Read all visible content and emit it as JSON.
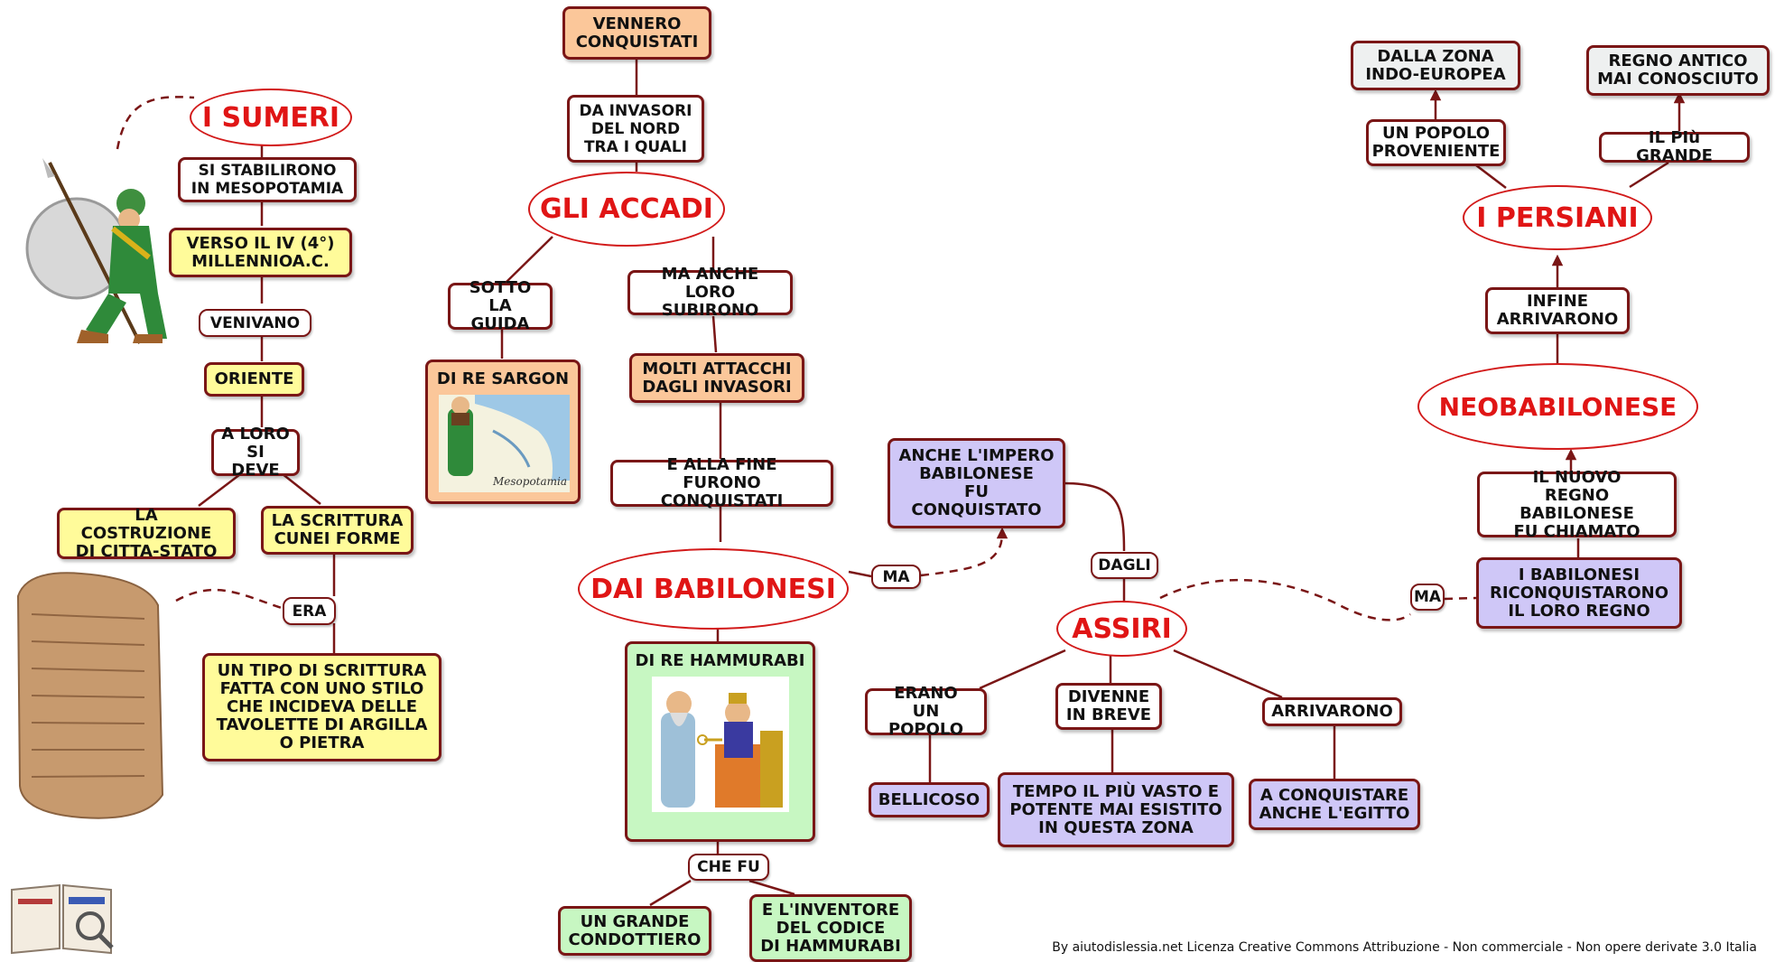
{
  "titles": {
    "sumeri": "I SUMERI",
    "accadi": "GLI ACCADI",
    "babilonesi": "DAI BABILONESI",
    "assiri": "ASSIRI",
    "neobabilonese": "NEOBABILONESE",
    "persiani": "I PERSIANI"
  },
  "sumeri": {
    "stabilirono": "SI STABILIRONO\nIN MESOPOTAMIA",
    "millennio": "VERSO IL IV (4°)\nMILLENNIOA.C.",
    "venivano": "VENIVANO",
    "oriente": "ORIENTE",
    "a_loro": "A LORO\nSI DEVE",
    "costruzione": "LA COSTRUZIONE\nDI CITTA-STATO",
    "scrittura": "LA SCRITTURA\nCUNEI FORME",
    "era": "ERA",
    "tipo": "UN TIPO DI SCRITTURA\nFATTA CON UNO STILO\nCHE INCIDEVA DELLE\nTAVOLETTE DI ARGILLA\nO PIETRA"
  },
  "accadi": {
    "vennero": "VENNERO\nCONQUISTATI",
    "invasori": "DA INVASORI\nDEL NORD\nTRA I QUALI",
    "sotto": "SOTTO LA\nGUIDA",
    "sargon": "DI RE SARGON",
    "ma_anche": "MA ANCHE LORO\nSUBIRONO",
    "attacchi": "MOLTI ATTACCHI\nDAGLI INVASORI",
    "alla_fine": "E ALLA FINE\nFURONO CONQUISTATI",
    "map_caption": "Mesopotamia"
  },
  "babilonesi": {
    "ma": "MA",
    "impero": "ANCHE L'IMPERO\nBABILONESE\nFU\nCONQUISTATO",
    "hammurabi": "DI RE HAMMURABI",
    "che_fu": "CHE FU",
    "condottiero": "UN GRANDE\nCONDOTTIERO",
    "inventore": "E L'INVENTORE\nDEL CODICE\nDI HAMMURABI"
  },
  "assiri": {
    "dagli": "DAGLI",
    "erano": "ERANO\nUN POPOLO",
    "bellicoso": "BELLICOSO",
    "divenne": "DIVENNE\nIN BREVE",
    "tempo": "TEMPO IL PIÙ VASTO E\nPOTENTE MAI ESISTITO\nIN QUESTA ZONA",
    "arrivarono": "ARRIVARONO",
    "egitto": "A CONQUISTARE\nANCHE L'EGITTO",
    "ma": "MA",
    "riconquistarono": "I BABILONESI\nRICONQUISTARONO\nIL LORO REGNO"
  },
  "neo": {
    "nuovo_regno": "IL NUOVO\nREGNO BABILONESE\nFU CHIAMATO",
    "infine": "INFINE\nARRIVARONO"
  },
  "persiani": {
    "popolo": "UN POPOLO\nPROVENIENTE",
    "zona": "DALLA ZONA\nINDO-EUROPEA",
    "piu_grande": "IL PIù GRANDE",
    "regno": "REGNO ANTICO\nMAI CONOSCIUTO"
  },
  "footer": "By aiutodislessia.net Licenza Creative Commons Attribuzione - Non commerciale - Non opere derivate 3.0 Italia",
  "colors": {
    "border": "#7a1616",
    "title_red": "#e01515",
    "yellow": "#fffb9a",
    "orange": "#fbc79a",
    "violet": "#cfc7f7",
    "green": "#c7f7c2"
  }
}
